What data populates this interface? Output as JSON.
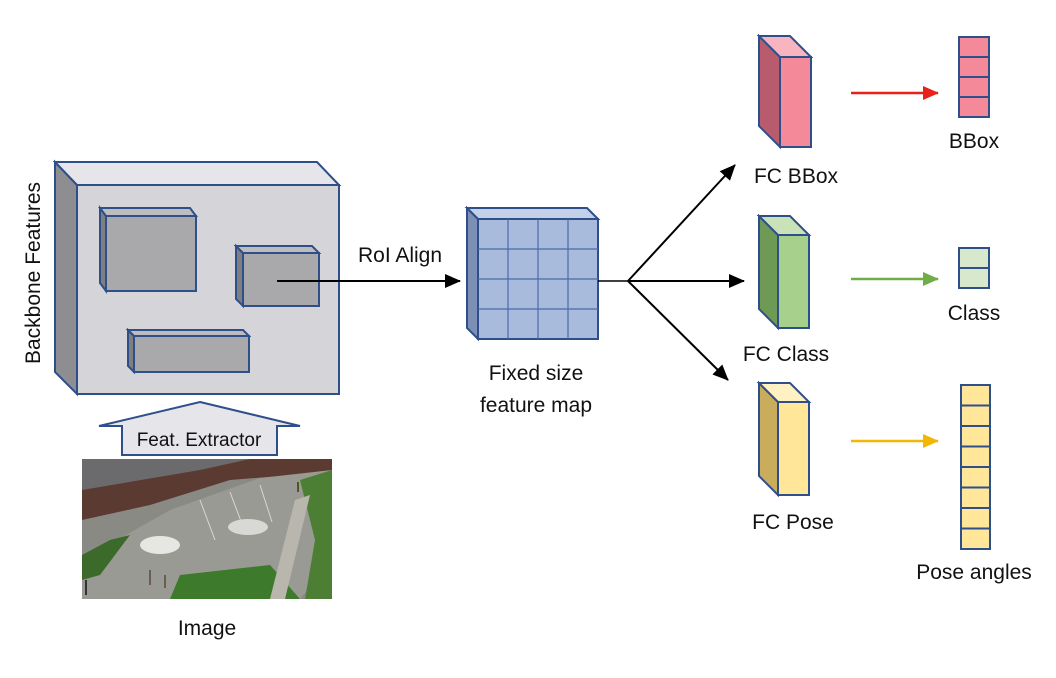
{
  "labels": {
    "backbone_features": "Backbone Features",
    "feat_extractor": "Feat. Extractor",
    "image": "Image",
    "roi_align": "RoI Align",
    "fixed_size_line1": "Fixed size",
    "fixed_size_line2": "feature map",
    "fc_bbox": "FC BBox",
    "fc_class": "FC Class",
    "fc_pose": "FC Pose",
    "out_bbox": "BBox",
    "out_class": "Class",
    "out_pose": "Pose angles"
  },
  "colors": {
    "outline": "#2e4f8a",
    "backbone_front": "#d5d5d9",
    "backbone_side": "#8d8d92",
    "roi_box": "#a9a9ab",
    "feature_map": "#a9bbdc",
    "bbox_fill": "#f4899a",
    "class_fill": "#a8d08d",
    "pose_fill": "#ffe699",
    "class_out_fill": "#d7e8cc",
    "arrow_bbox": "#e8221b",
    "arrow_class": "#70ad47",
    "arrow_pose": "#f2b705"
  }
}
